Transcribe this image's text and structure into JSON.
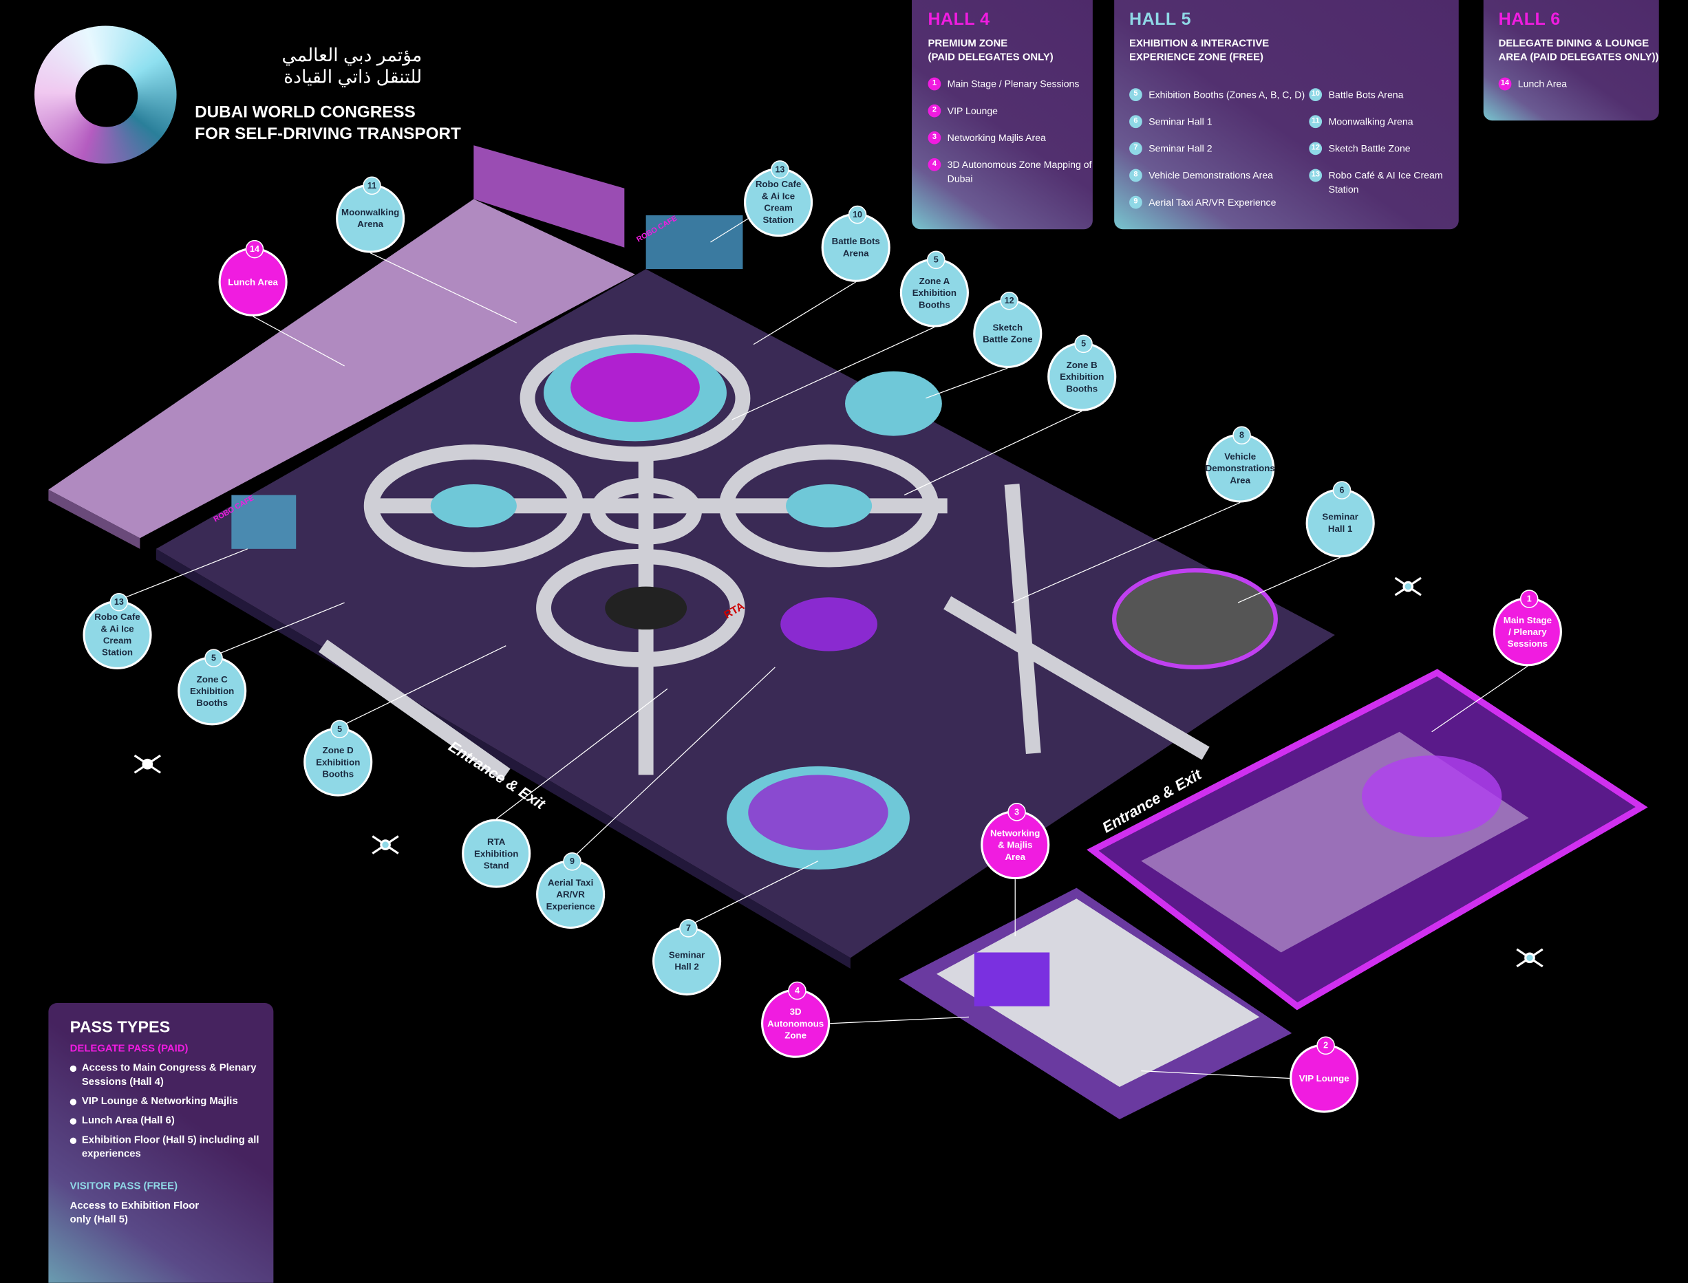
{
  "logo": {
    "arabic_line1": "مؤتمر دبي العالمي",
    "arabic_line2": "للتنقل ذاتي القيادة",
    "title_line1": "DUBAI WORLD CONGRESS",
    "title_line2": "FOR SELF-DRIVING TRANSPORT"
  },
  "colors": {
    "premium": "#f01ce0",
    "free": "#8fd8e6",
    "panel": "#4e2a6a",
    "floor": "#3a2a55"
  },
  "halls": [
    {
      "title": "HALL 4",
      "subtitle": [
        "PREMIUM ZONE",
        "(PAID DELEGATES ONLY)"
      ],
      "color": "#f01ce0",
      "items": [
        {
          "num": "1",
          "label": "Main Stage / Plenary Sessions"
        },
        {
          "num": "2",
          "label": "VIP Lounge"
        },
        {
          "num": "3",
          "label": "Networking Majlis Area"
        },
        {
          "num": "4",
          "label": "3D Autonomous Zone Mapping of Dubai"
        }
      ]
    },
    {
      "title": "HALL 5",
      "subtitle": [
        "EXHIBITION & INTERACTIVE",
        "EXPERIENCE ZONE (FREE)"
      ],
      "color": "#8fd8e6",
      "items": [
        {
          "num": "5",
          "label": "Exhibition Booths (Zones A, B, C, D)"
        },
        {
          "num": "6",
          "label": "Seminar Hall 1"
        },
        {
          "num": "7",
          "label": "Seminar Hall 2"
        },
        {
          "num": "8",
          "label": "Vehicle Demonstrations Area"
        },
        {
          "num": "9",
          "label": "Aerial Taxi AR/VR Experience"
        },
        {
          "num": "10",
          "label": "Battle Bots Arena"
        },
        {
          "num": "11",
          "label": "Moonwalking Arena"
        },
        {
          "num": "12",
          "label": "Sketch Battle Zone"
        },
        {
          "num": "13",
          "label": "Robo Café & AI Ice Cream Station"
        }
      ]
    },
    {
      "title": "HALL 6",
      "subtitle": [
        "DELEGATE DINING & LOUNGE",
        "AREA (PAID DELEGATES ONLY))"
      ],
      "color": "#f01ce0",
      "items": [
        {
          "num": "14",
          "label": "Lunch Area"
        }
      ]
    }
  ],
  "pass_types": {
    "title": "PASS TYPES",
    "delegate_label": "DELEGATE PASS (PAID)",
    "delegate_items": [
      "Access to Main Congress & Plenary Sessions (Hall 4)",
      "VIP Lounge & Networking Majlis",
      "Lunch Area (Hall 6)",
      "Exhibition Floor (Hall 5) including all experiences"
    ],
    "visitor_label": "VISITOR PASS (FREE)",
    "visitor_text": "Access to Exhibition Floor only (Hall 5)"
  },
  "map": {
    "entrance_labels": [
      "Entrance & Exit",
      "Entrance & Exit"
    ],
    "booth_signs": [
      "ROBO CAFE",
      "ROBO CAFE",
      "RTA"
    ],
    "callouts": [
      {
        "num": "11",
        "label": "Moonwalking Arena",
        "type": "free"
      },
      {
        "num": "14",
        "label": "Lunch Area",
        "type": "premium"
      },
      {
        "num": "13",
        "label": "Robo Cafe & Ai Ice Cream Station",
        "type": "free"
      },
      {
        "num": "10",
        "label": "Battle Bots Arena",
        "type": "free"
      },
      {
        "num": "5",
        "label": "Zone A Exhibition Booths",
        "type": "free"
      },
      {
        "num": "12",
        "label": "Sketch Battle Zone",
        "type": "free"
      },
      {
        "num": "5",
        "label": "Zone B Exhibition Booths",
        "type": "free"
      },
      {
        "num": "8",
        "label": "Vehicle Demonstrations Area",
        "type": "free"
      },
      {
        "num": "6",
        "label": "Seminar Hall 1",
        "type": "free"
      },
      {
        "num": "1",
        "label": "Main Stage / Plenary Sessions",
        "type": "premium"
      },
      {
        "num": "13",
        "label": "Robo Cafe & Ai Ice Cream Station",
        "type": "free"
      },
      {
        "num": "5",
        "label": "Zone C Exhibition Booths",
        "type": "free"
      },
      {
        "num": "5",
        "label": "Zone D Exhibition Booths",
        "type": "free"
      },
      {
        "num": "3",
        "label": "Networking & Majlis Area",
        "type": "premium"
      },
      {
        "num": "",
        "label": "RTA Exhibition Stand",
        "type": "free"
      },
      {
        "num": "9",
        "label": "Aerial Taxi AR/VR Experience",
        "type": "free"
      },
      {
        "num": "7",
        "label": "Seminar Hall 2",
        "type": "free"
      },
      {
        "num": "4",
        "label": "3D Autonomous Zone",
        "type": "premium"
      },
      {
        "num": "2",
        "label": "VIP Lounge",
        "type": "premium"
      }
    ]
  }
}
